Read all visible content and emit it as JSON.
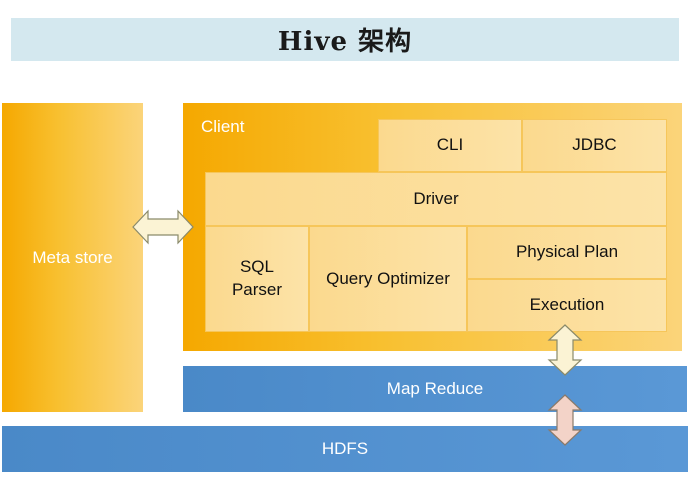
{
  "title": "Hive 架构",
  "meta_store": {
    "label": "Meta store"
  },
  "client": {
    "label": "Client",
    "cli": "CLI",
    "jdbc": "JDBC",
    "driver": "Driver",
    "sql_parser": "SQL\nParser",
    "query_optimizer": "Query Optimizer",
    "physical_plan": "Physical Plan",
    "execution": "Execution"
  },
  "map_reduce": {
    "label": "Map Reduce"
  },
  "hdfs": {
    "label": "HDFS"
  },
  "colors": {
    "title_bg": "#d4e8ef",
    "orange": "#f5a800",
    "light_orange": "#fbd98e",
    "blue": "#4a89c8",
    "arrow_cream": "#fbf3d4",
    "arrow_pink": "#f3d3c8"
  }
}
